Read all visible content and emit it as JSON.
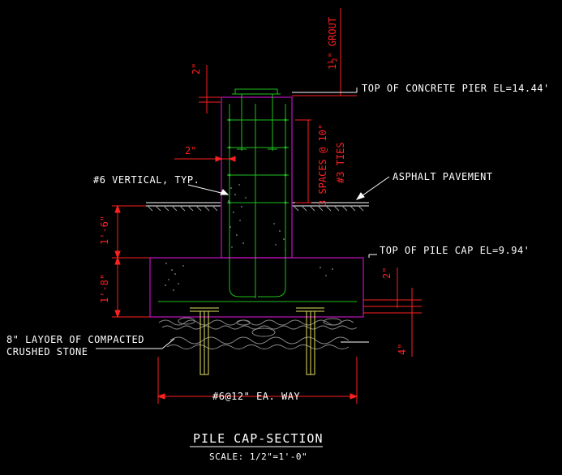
{
  "labels": {
    "top_of_pier": "TOP OF CONCRETE PIER EL=14.44'",
    "asphalt": "ASPHALT PAVEMENT",
    "top_of_pile_cap": "TOP OF PILE CAP EL=9.94'",
    "vertical_bars": "#6 VERTICAL, TYP.",
    "crushed_stone_line1": "8\" LAYOER OF COMPACTED",
    "crushed_stone_line2": "CRUSHED STONE",
    "bottom_bars": "#6@12\" EA. WAY"
  },
  "dimensions": {
    "grout": "1½\" GROUT",
    "top_2in": "2\"",
    "side_2in": "2\"",
    "ties": "3 SPACES @ 10\"",
    "ties_sub": "#3 TIES",
    "pier_above_grade": "1'-6\"",
    "cap_depth": "1'-8\"",
    "cover_2in": "2\"",
    "pile_embed": "4\""
  },
  "title": {
    "main": "PILE CAP-SECTION",
    "scale": "SCALE: 1/2\"=1'-0\""
  },
  "colors": {
    "background": "#000000",
    "concrete_outline": "#c010c0",
    "rebar": "#20c020",
    "dimension": "#ff2020",
    "pile": "#e6e060",
    "text": "#ffffff"
  }
}
